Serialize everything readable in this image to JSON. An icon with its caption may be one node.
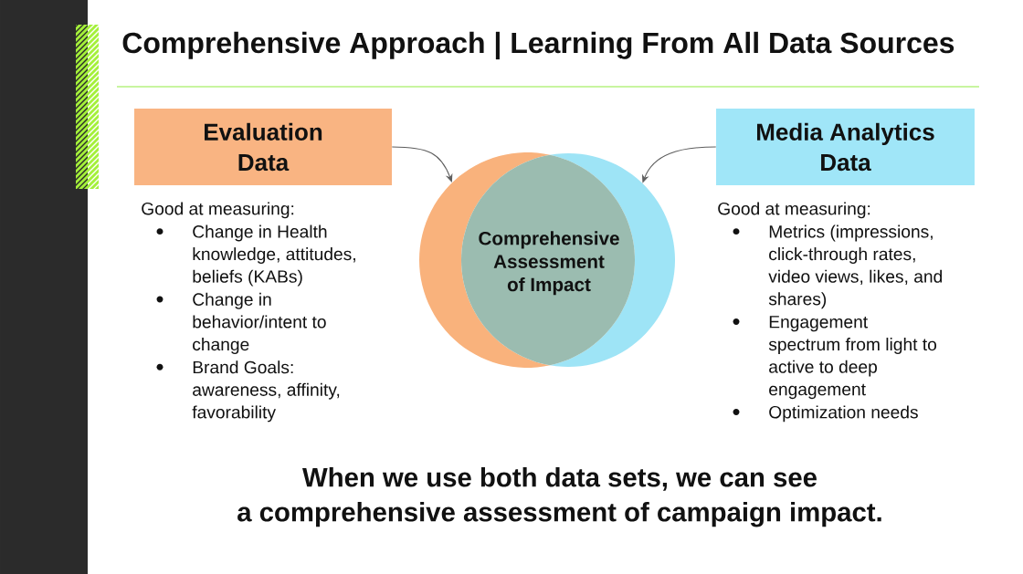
{
  "diagram": {
    "title": "Comprehensive Approach | Learning From All Data Sources",
    "caption": "When we use both data sets, we can see a comprehensive assessment of campaign impact.",
    "nodes": [
      {
        "text": [
          "Evaluation Data"
        ],
        "beside": [
          "Good at measuring:",
          "Change in Health knowledge, attitudes, beliefs (KABs)",
          "Change in behavior/intent to change",
          "Brand Goals: awareness, affinity, favorability"
        ]
      },
      {
        "text": [
          "Media Analytics Data"
        ],
        "beside": [
          "Good at measuring:",
          "Metrics (impressions, click-through rates, video views, likes, and shares)",
          "Engagement spectrum from light to active to deep engagement",
          "Optimization needs"
        ]
      },
      {
        "text": [],
        "shape": "circle"
      },
      {
        "text": [],
        "shape": "circle"
      },
      {
        "text": [
          "Comprehensive Assessment of Impact"
        ]
      }
    ],
    "edges": [
      {
        "from": 0,
        "to": 2,
        "arrow": "to"
      },
      {
        "from": 1,
        "to": 3,
        "arrow": "to"
      }
    ]
  }
}
